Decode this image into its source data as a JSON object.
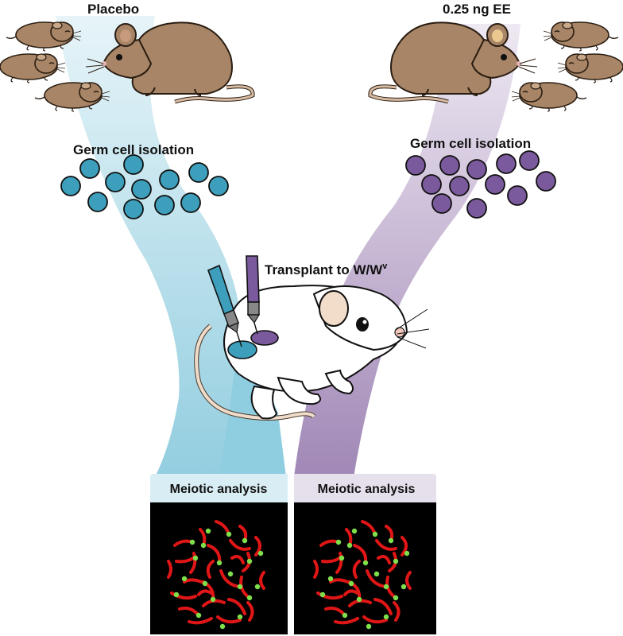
{
  "labels": {
    "left_group": "Placebo",
    "right_group": "0.25 ng EE",
    "left_step": "Germ cell isolation",
    "right_step": "Germ cell isolation",
    "transplant": "Transplant to W/W",
    "transplant_sup": "v",
    "left_panel": "Meiotic analysis",
    "right_panel": "Meiotic analysis"
  },
  "colors": {
    "placebo_stream": "#cfe9f1",
    "placebo_stream_dark": "#8ccbde",
    "ee_stream": "#ddd3e6",
    "ee_stream_dark": "#9a7fb1",
    "placebo_cell": "#3d9fbb",
    "ee_cell": "#7a5a9c",
    "mouse_brown": "#a88566",
    "mouse_white": "#ffffff",
    "chromosome": "#e01616",
    "focus": "#7ee04a",
    "panel_bg": "#000000"
  },
  "icons": {
    "mother_mouse": "brown-mouse-icon",
    "pup": "mouse-pup-icon",
    "host_mouse": "white-mouse-icon",
    "pipette": "micropipette-icon",
    "spread": "chromosome-spread-icon"
  }
}
